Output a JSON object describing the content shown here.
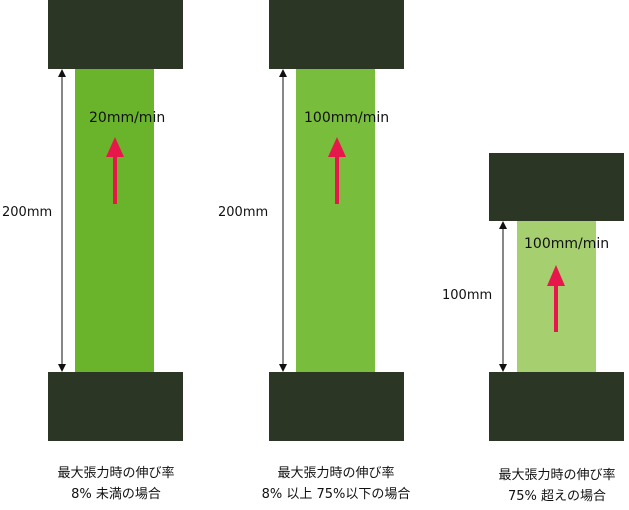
{
  "colors": {
    "block": "#2c3624",
    "specimen_1": "#6ab42c",
    "specimen_2": "#79bd3c",
    "specimen_3": "#a6cf6f",
    "arrow": "#e8174b",
    "dimension_line": "#111111"
  },
  "cases": [
    {
      "gauge_length": "200mm",
      "speed": "20mm/min",
      "caption_line1": "最大張力時の伸び率",
      "caption_line2": "8% 未満の場合"
    },
    {
      "gauge_length": "200mm",
      "speed": "100mm/min",
      "caption_line1": "最大張力時の伸び率",
      "caption_line2": "8% 以上 75%以下の場合"
    },
    {
      "gauge_length": "100mm",
      "speed": "100mm/min",
      "caption_line1": "最大張力時の伸び率",
      "caption_line2": "75% 超えの場合"
    }
  ]
}
